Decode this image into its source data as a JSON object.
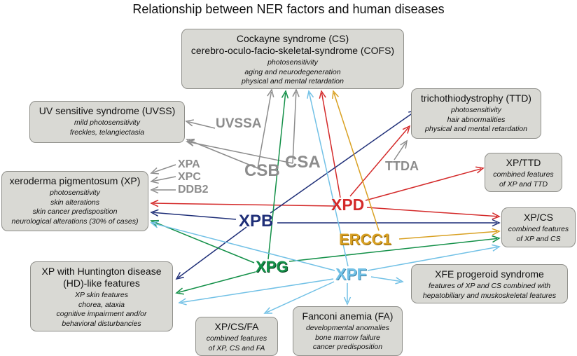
{
  "title": "Relationship between NER factors and human diseases",
  "diseases": {
    "cs": {
      "name1": "Cockayne syndrome (CS)",
      "name2": "cerebro-oculo-facio-skeletal-syndrome (COFS)",
      "features": [
        "photosensitivity",
        "aging and neurodegeneration",
        "physical and mental retardation"
      ]
    },
    "uvss": {
      "name": "UV sensitive syndrome (UVSS)",
      "features": [
        "mild photosensitivity",
        "freckles, telangiectasia"
      ]
    },
    "ttd": {
      "name": "trichothiodystrophy (TTD)",
      "features": [
        "photosensitivity",
        "hair abnormalities",
        "physical and mental retardation"
      ]
    },
    "xpttd": {
      "name": "XP/TTD",
      "features": [
        "combined features",
        "of XP and TTD"
      ]
    },
    "xp": {
      "name": "xeroderma pigmentosum (XP)",
      "features": [
        "photosensitivity",
        "skin alterations",
        "skin cancer predisposition",
        "neurological alterations (30% of cases)"
      ]
    },
    "xpcs": {
      "name": "XP/CS",
      "features": [
        "combined features",
        "of XP and CS"
      ]
    },
    "xphd": {
      "name1": "XP with Huntington disease",
      "name2": "(HD)-like features",
      "features": [
        "XP skin features",
        "chorea, ataxia",
        "cognitive impairment and/or",
        "behavioral disturbancies"
      ]
    },
    "xfe": {
      "name": "XFE progeroid syndrome",
      "features": [
        "features of XP and CS combined with",
        "hepatobiliary and muskoskeletal features"
      ]
    },
    "xpcsfa": {
      "name": "XP/CS/FA",
      "features": [
        "combined features",
        "of XP, CS and FA"
      ]
    },
    "fa": {
      "name": "Fanconi anemia (FA)",
      "features": [
        "developmental anomalies",
        "bone marrow failure",
        "cancer predisposition"
      ]
    }
  },
  "factors": {
    "uvssa": "UVSSA",
    "csb": "CSB",
    "csa": "CSA",
    "xpa": "XPA",
    "xpc": "XPC",
    "ddb2": "DDB2",
    "ttda": "TTDA",
    "xpd": "XPD",
    "xpb": "XPB",
    "ercc1": "ERCC1",
    "xpg": "XPG",
    "xpf": "XPF"
  },
  "colors": {
    "gray": "#8c8c8c",
    "red": "#d42a2a",
    "navy": "#1f2f78",
    "amber": "#d9a123",
    "green": "#139048",
    "lightblue": "#72c1e6",
    "box": "#d9d9d4"
  }
}
